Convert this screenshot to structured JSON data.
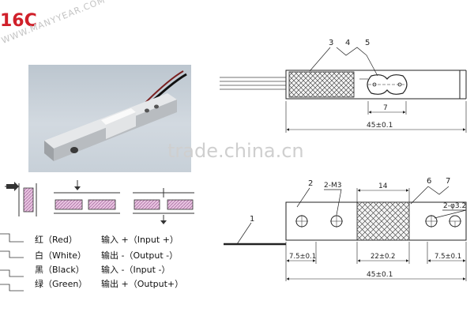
{
  "header": {
    "model": "16C",
    "watermark": "WWW.MANYYEAR.COM",
    "trade_watermark": "trade.china.cn"
  },
  "top_view": {
    "labels": [
      "3",
      "4",
      "5"
    ],
    "slot_dim": "7",
    "length_dim": "45±0.1"
  },
  "side_view": {
    "labels": [
      "2",
      "2-M3",
      "14",
      "6",
      "7",
      "2-φ3.2",
      "1"
    ],
    "dim_left": "7.5±0.1",
    "dim_mid": "22±0.2",
    "dim_right": "7.5±0.1",
    "length_dim": "45±0.1"
  },
  "wires": [
    {
      "color": "红（Red）",
      "function": "输入 +（Input  +）"
    },
    {
      "color": "白（White）",
      "function": "输出 -（Output -）"
    },
    {
      "color": "黑（Black）",
      "function": "输入 -（Input -）"
    },
    {
      "color": "绿（Green）",
      "function": "输出 +（Output+）"
    }
  ],
  "colors": {
    "model_red": "#d0202a",
    "strain_gauge": "#c8a0c8",
    "bar_fill": "#ffffff",
    "line": "#222222"
  }
}
